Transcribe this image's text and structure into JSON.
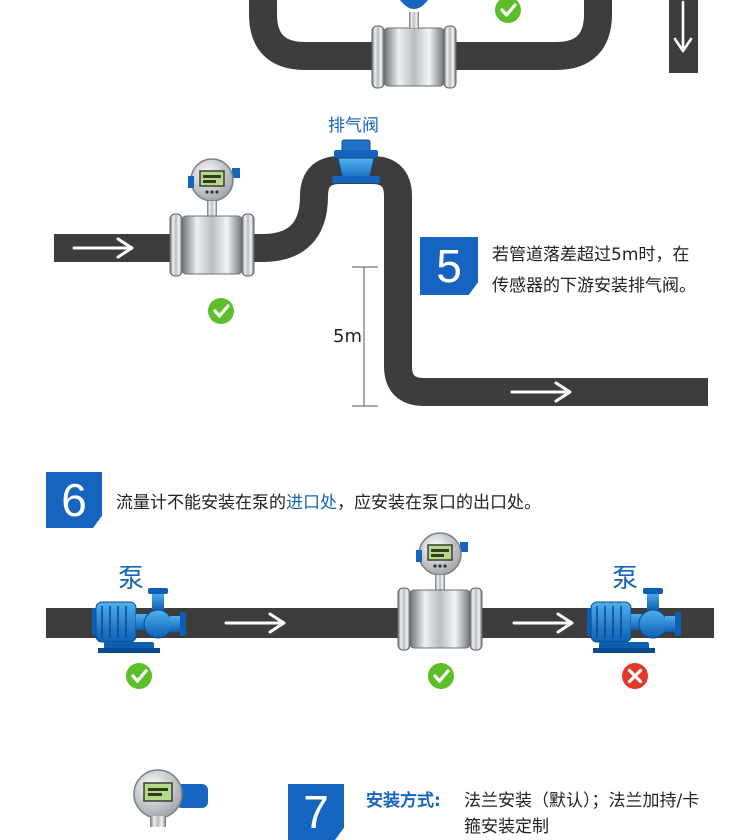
{
  "section5": {
    "valve_label": "排气阀",
    "step": "5",
    "text_line1": "若管道落差超过5m时，在",
    "text_line2": "传感器的下游安装排气阀。",
    "height_label": "5m"
  },
  "section6": {
    "step": "6",
    "text_before": "流量计不能安装在泵的",
    "text_highlight": "进口处",
    "text_after": "，应安装在泵口的出口处。",
    "pump_left_label": "泵",
    "pump_right_label": "泵"
  },
  "section7": {
    "step": "7",
    "label": "安装方式:",
    "text_line1": "法兰安装（默认）；法兰加持/卡",
    "text_line2": "箍安装定制"
  },
  "colors": {
    "brand_blue": "#1565c0",
    "pipe": "#3d3d3d",
    "ok_green": "#5cbf2a",
    "error_red": "#e03a2b"
  },
  "icons": [
    "check-icon",
    "cross-icon",
    "arrow-right-icon",
    "arrow-down-icon",
    "pump-icon",
    "flowmeter-icon",
    "air-valve-icon"
  ]
}
